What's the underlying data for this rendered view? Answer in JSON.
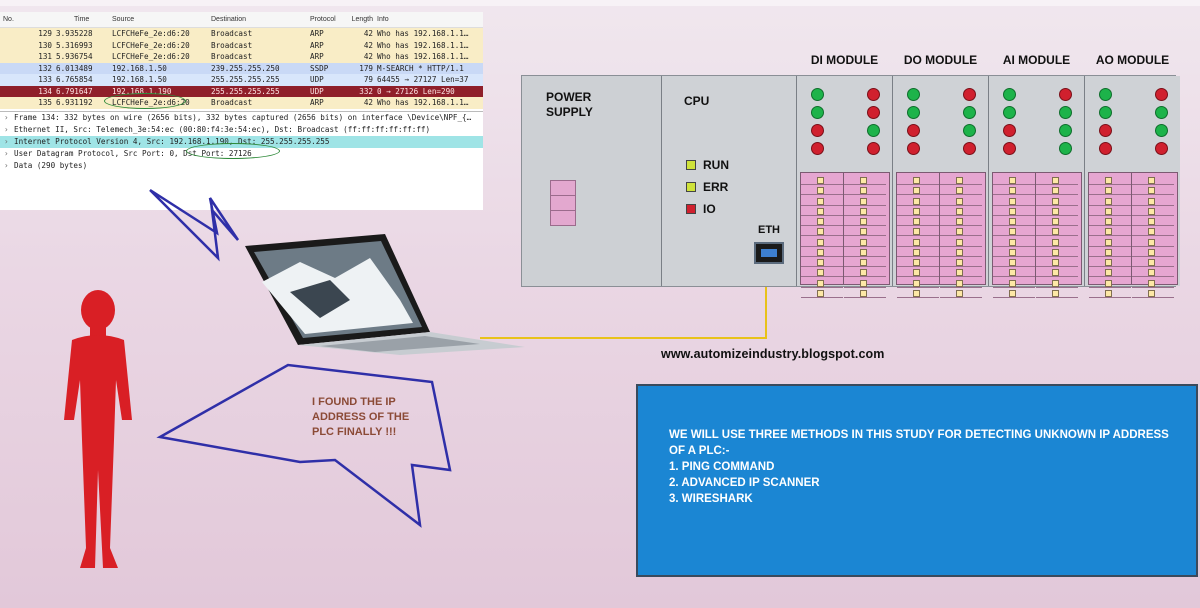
{
  "wireshark": {
    "columns": [
      "No.",
      "Time",
      "Source",
      "Destination",
      "Protocol",
      "Length",
      "Info"
    ],
    "packets": [
      {
        "no": "129",
        "time": "3.935228",
        "src": "LCFCHeFe_2e:d6:20",
        "dst": "Broadcast",
        "proto": "ARP",
        "len": "42",
        "info": "Who has 192.168.1.1…"
      },
      {
        "no": "130",
        "time": "5.316993",
        "src": "LCFCHeFe_2e:d6:20",
        "dst": "Broadcast",
        "proto": "ARP",
        "len": "42",
        "info": "Who has 192.168.1.1…"
      },
      {
        "no": "131",
        "time": "5.936754",
        "src": "LCFCHeFe_2e:d6:20",
        "dst": "Broadcast",
        "proto": "ARP",
        "len": "42",
        "info": "Who has 192.168.1.1…"
      },
      {
        "no": "132",
        "time": "6.013489",
        "src": "192.168.1.50",
        "dst": "239.255.255.250",
        "proto": "SSDP",
        "len": "179",
        "info": "M-SEARCH * HTTP/1.1"
      },
      {
        "no": "133",
        "time": "6.765854",
        "src": "192.168.1.50",
        "dst": "255.255.255.255",
        "proto": "UDP",
        "len": "79",
        "info": "64455 → 27127 Len=37"
      },
      {
        "no": "134",
        "time": "6.791647",
        "src": "192.168.1.190",
        "dst": "255.255.255.255",
        "proto": "UDP",
        "len": "332",
        "info": "0 → 27126 Len=290"
      },
      {
        "no": "135",
        "time": "6.931192",
        "src": "LCFCHeFe_2e:d6:20",
        "dst": "Broadcast",
        "proto": "ARP",
        "len": "42",
        "info": "Who has 192.168.1.1…"
      }
    ],
    "details": [
      "Frame 134: 332 bytes on wire (2656 bits), 332 bytes captured (2656 bits) on interface \\Device\\NPF_{…",
      "Ethernet II, Src: Telemech_3e:54:ec (00:80:f4:3e:54:ec), Dst: Broadcast (ff:ff:ff:ff:ff:ff)",
      "Internet Protocol Version 4, Src: 192.168.1.190, Dst: 255.255.255.255",
      "User Datagram Protocol, Src Port: 0, Dst Port: 27126",
      "Data (290 bytes)"
    ],
    "selected_color": "#8f1f2a",
    "highlight_color": "#9fe4e6"
  },
  "plc": {
    "power_supply_label": "POWER SUPPLY",
    "cpu_label": "CPU",
    "leds": [
      {
        "label": "RUN",
        "color": "#cfe23a"
      },
      {
        "label": "ERR",
        "color": "#cfe23a"
      },
      {
        "label": "IO",
        "color": "#d0202e"
      }
    ],
    "eth_label": "ETH",
    "modules": [
      {
        "title": "DI MODULE",
        "leds": [
          [
            "g",
            "r"
          ],
          [
            "g",
            "r"
          ],
          [
            "r",
            "g"
          ],
          [
            "r",
            "r"
          ]
        ]
      },
      {
        "title": "DO MODULE",
        "leds": [
          [
            "g",
            "r"
          ],
          [
            "g",
            "g"
          ],
          [
            "r",
            "g"
          ],
          [
            "r",
            "r"
          ]
        ]
      },
      {
        "title": "AI MODULE",
        "leds": [
          [
            "g",
            "r"
          ],
          [
            "g",
            "g"
          ],
          [
            "r",
            "g"
          ],
          [
            "r",
            "g"
          ]
        ]
      },
      {
        "title": "AO MODULE",
        "leds": [
          [
            "g",
            "r"
          ],
          [
            "g",
            "g"
          ],
          [
            "r",
            "g"
          ],
          [
            "r",
            "r"
          ]
        ]
      }
    ],
    "cable_color": "#e8c21a"
  },
  "website": "www.automizeindustry.blogspot.com",
  "speech": "I FOUND THE IP ADDRESS OF THE PLC FINALLY !!!",
  "info_box": {
    "lines": [
      "WE WILL USE THREE METHODS IN THIS STUDY FOR DETECTING UNKNOWN IP ADDRESS OF A PLC:-",
      "1. PING COMMAND",
      "2. ADVANCED IP SCANNER",
      "3. WIRESHARK"
    ],
    "background": "#1b86d3"
  }
}
